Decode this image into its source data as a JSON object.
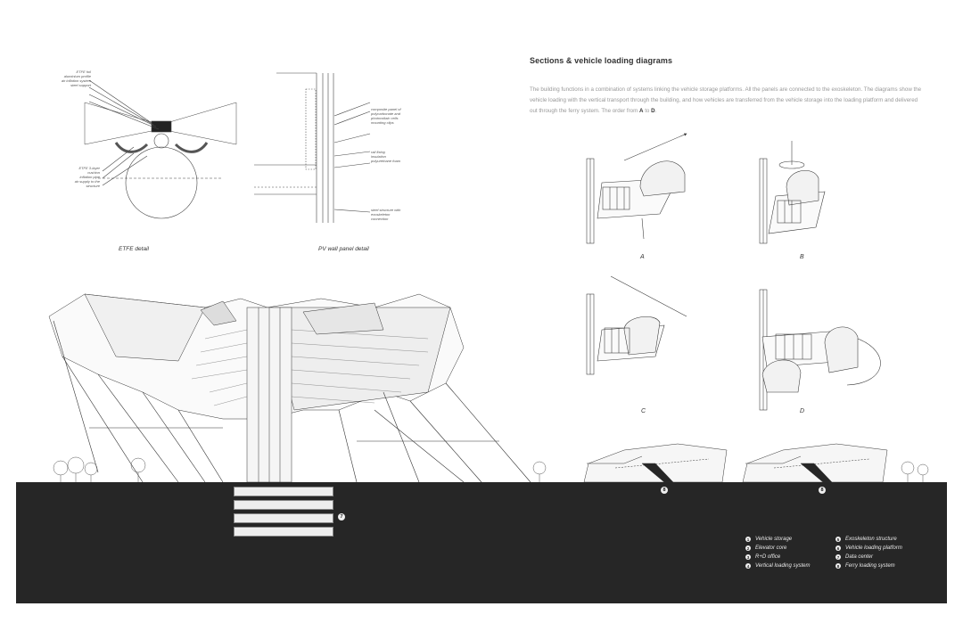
{
  "header": {
    "title": "Sections & vehicle loading diagrams",
    "body": "The building functions in a combination of systems linking the vehicle storage platforms. All the panels are connected to the exoskeleton. The diagrams show the vehicle loading with the vertical transport through the building, and how vehicles are transferred from the vehicle storage into the loading platform and delivered out through the ferry system. The order from ",
    "range_start": "A",
    "range_mid": " to ",
    "range_end": "D",
    "range_tail": "."
  },
  "details": {
    "etfe_caption": "ETFE detail",
    "pv_caption": "PV wall panel detail",
    "etfe_notes_top": [
      "ETFE foil",
      "aluminium profile",
      "air inflation system",
      "steel support"
    ],
    "etfe_notes_bottom": [
      "ETFE 3-layer",
      "cushion",
      "inflation pipe",
      "air supply to the",
      "structure"
    ],
    "pv_notes_top": [
      "composite panel of",
      "polycarbonate and",
      "photovoltaic cells",
      "mounting clips"
    ],
    "pv_notes_mid": [
      "rail fixing",
      "insulation",
      "polyurethane foam"
    ],
    "pv_notes_bottom": [
      "steel structure with",
      "exoskeleton",
      "connection"
    ]
  },
  "diagrams": {
    "labels": [
      "A",
      "B",
      "C",
      "D"
    ]
  },
  "section": {
    "marker_underground": "7",
    "marker_ferry_a": "8",
    "marker_ferry_b": "8"
  },
  "legend": {
    "left": [
      {
        "num": "1",
        "label": "Vehicle storage"
      },
      {
        "num": "2",
        "label": "Elevator core"
      },
      {
        "num": "3",
        "label": "R+D office"
      },
      {
        "num": "4",
        "label": "Vertical loading system"
      }
    ],
    "right": [
      {
        "num": "5",
        "label": "Exoskeleton structure"
      },
      {
        "num": "6",
        "label": "Vehicle loading platform"
      },
      {
        "num": "7",
        "label": "Data center"
      },
      {
        "num": "8",
        "label": "Ferry loading system"
      }
    ]
  },
  "colors": {
    "ground": "#262626",
    "ink": "#333333",
    "light_text": "#999999"
  }
}
